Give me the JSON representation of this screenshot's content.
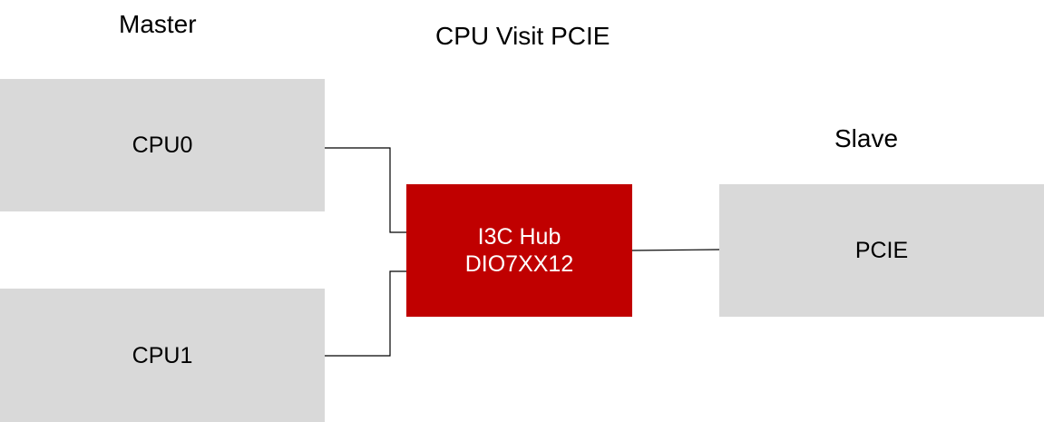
{
  "labels": {
    "master": "Master",
    "title": "CPU Visit PCIE",
    "slave": "Slave"
  },
  "nodes": {
    "cpu0": "CPU0",
    "cpu1": "CPU1",
    "hub_line1": "I3C Hub",
    "hub_line2": "DIO7XX12",
    "pcie": "PCIE"
  },
  "colors": {
    "node_fill": "#d9d9d9",
    "hub_fill": "#c00000",
    "hub_text": "#ffffff",
    "wire": "#000000"
  }
}
